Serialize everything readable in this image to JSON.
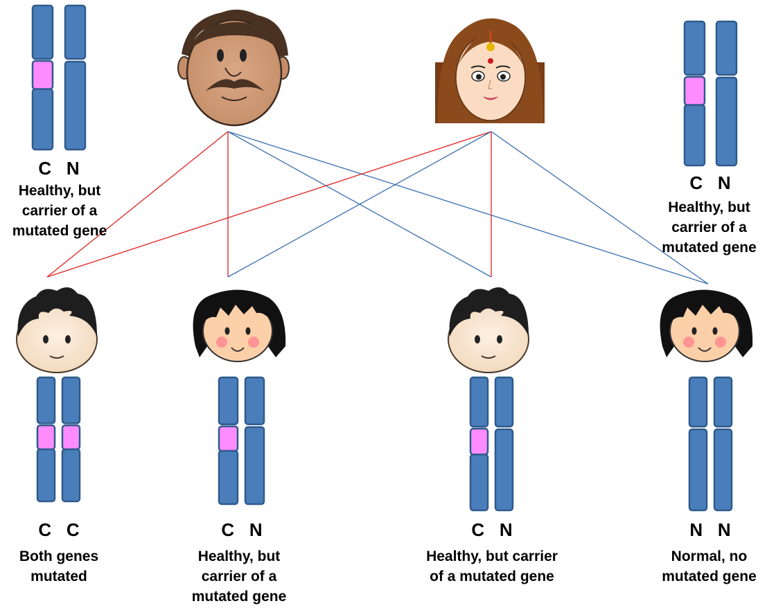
{
  "parents": {
    "father": {
      "genotype": [
        "C",
        "N"
      ],
      "description": [
        "Healthy, but",
        "carrier of a",
        "mutated gene"
      ]
    },
    "mother": {
      "genotype": [
        "C",
        "N"
      ],
      "description": [
        "Healthy, but",
        "carrier of a",
        "mutated gene"
      ]
    }
  },
  "children": [
    {
      "genotype": [
        "C",
        "C"
      ],
      "description": [
        "Both genes",
        "mutated"
      ]
    },
    {
      "genotype": [
        "C",
        "N"
      ],
      "description": [
        "Healthy, but",
        "carrier of a",
        "mutated gene"
      ]
    },
    {
      "genotype": [
        "C",
        "N"
      ],
      "description": [
        "Healthy, but carrier",
        "of a mutated gene"
      ]
    },
    {
      "genotype": [
        "N",
        "N"
      ],
      "description": [
        "Normal, no",
        "mutated gene"
      ]
    }
  ],
  "colors": {
    "chromosome": "#4a7ebb",
    "chromosome_outline": "#2f5a8c",
    "mutation_band": "#ff8cff",
    "inheritance_C": "#e02020",
    "inheritance_N": "#3a6fb0"
  }
}
